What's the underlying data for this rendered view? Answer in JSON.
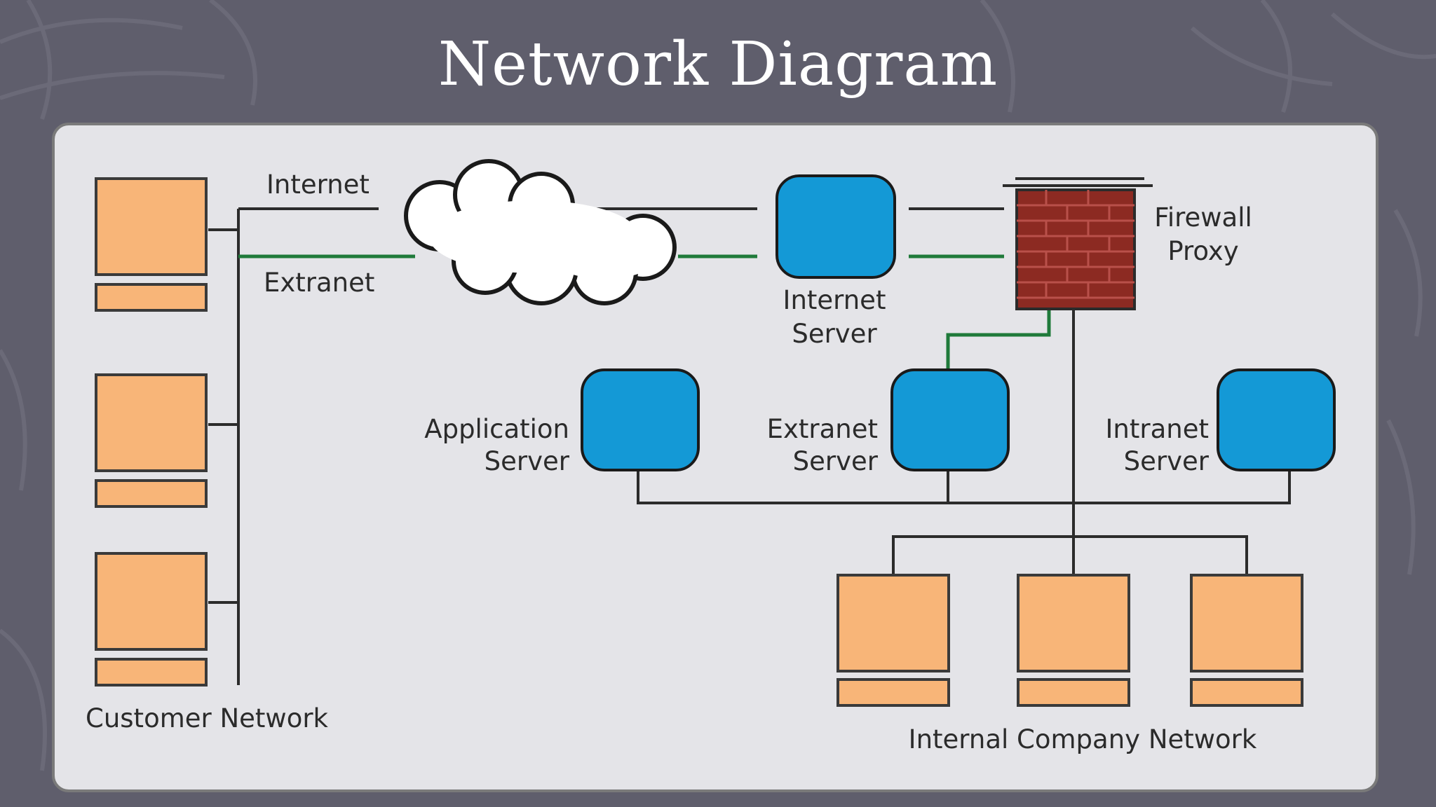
{
  "slide": {
    "title": "Network Diagram"
  },
  "diagram": {
    "labels": {
      "internet": "Internet",
      "extranet": "Extranet",
      "internet_server_1": "Internet",
      "internet_server_2": "Server",
      "firewall_1": "Firewall",
      "firewall_2": "Proxy",
      "application_server_1": "Application",
      "application_server_2": "Server",
      "extranet_server_1": "Extranet",
      "extranet_server_2": "Server",
      "intranet_server_1": "Intranet",
      "intranet_server_2": "Server",
      "customer_network": "Customer Network",
      "internal_network": "Internal Company Network"
    },
    "colors": {
      "computer": "#f8b578",
      "server": "#1499d6",
      "firewall": "#8c2a22",
      "extranet_line": "#1f7a3a",
      "line": "#2b2b2b",
      "panel": "#e4e4e8"
    }
  }
}
